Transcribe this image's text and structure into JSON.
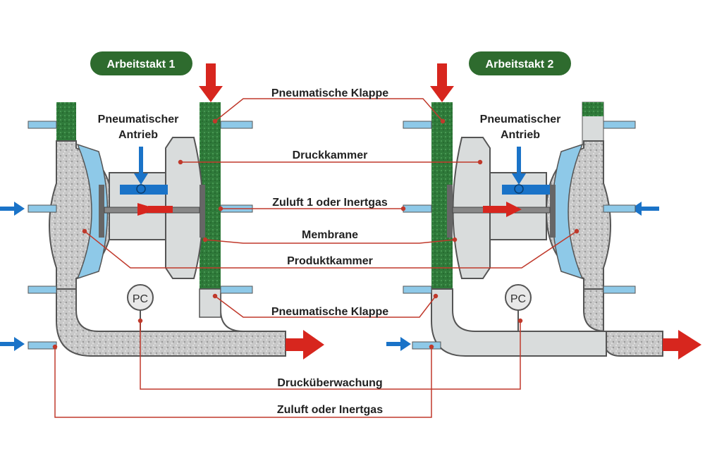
{
  "badges": {
    "stroke1": "Arbeitstakt 1",
    "stroke2": "Arbeitstakt 2"
  },
  "labels": {
    "valve_top": "Pneumatische Klappe",
    "drive_left_1": "Pneumatischer",
    "drive_left_2": "Antrieb",
    "drive_right_1": "Pneumatischer",
    "drive_right_2": "Antrieb",
    "pressure_chamber": "Druckkammer",
    "supply1": "Zuluft 1 oder Inertgas",
    "membrane": "Membrane",
    "product_chamber": "Produktkammer",
    "valve_bottom": "Pneumatische Klappe",
    "pressure_monitoring": "Drucküberwachung",
    "supply": "Zuluft oder Inertgas"
  },
  "gauges": {
    "left": "PC",
    "right": "PC"
  },
  "colors": {
    "badge": "#2e6b2e",
    "arrow_red": "#d7261e",
    "arrow_blue": "#1a73c8",
    "leader": "#c0392b",
    "product": "#cfcfcf",
    "fluid": "#2f7a3a",
    "chamber": "#d9dcdc",
    "blue_part": "#8ec9e8"
  }
}
